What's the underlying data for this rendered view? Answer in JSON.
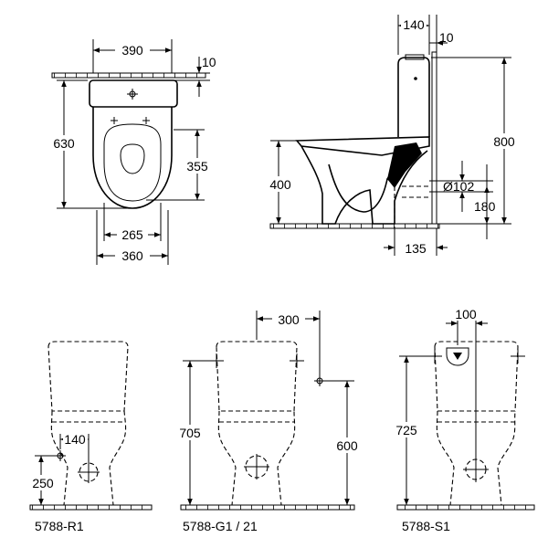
{
  "top_view": {
    "width_top": "390",
    "offset_top": "10",
    "depth": "630",
    "seat_depth": "355",
    "inner_width": "265",
    "base_width": "360"
  },
  "side_view": {
    "tank_depth": "140",
    "gap": "10",
    "overall_height": "800",
    "seat_height": "400",
    "outlet_diameter": "Ø102",
    "outlet_height": "180",
    "outlet_offset": "135"
  },
  "variants": [
    {
      "caption": "5788-R1",
      "dims": [
        "140",
        "250"
      ]
    },
    {
      "caption": "5788-G1 / 21",
      "dims": [
        "300",
        "705",
        "600"
      ]
    },
    {
      "caption": "5788-S1",
      "dims": [
        "100",
        "725"
      ]
    }
  ]
}
